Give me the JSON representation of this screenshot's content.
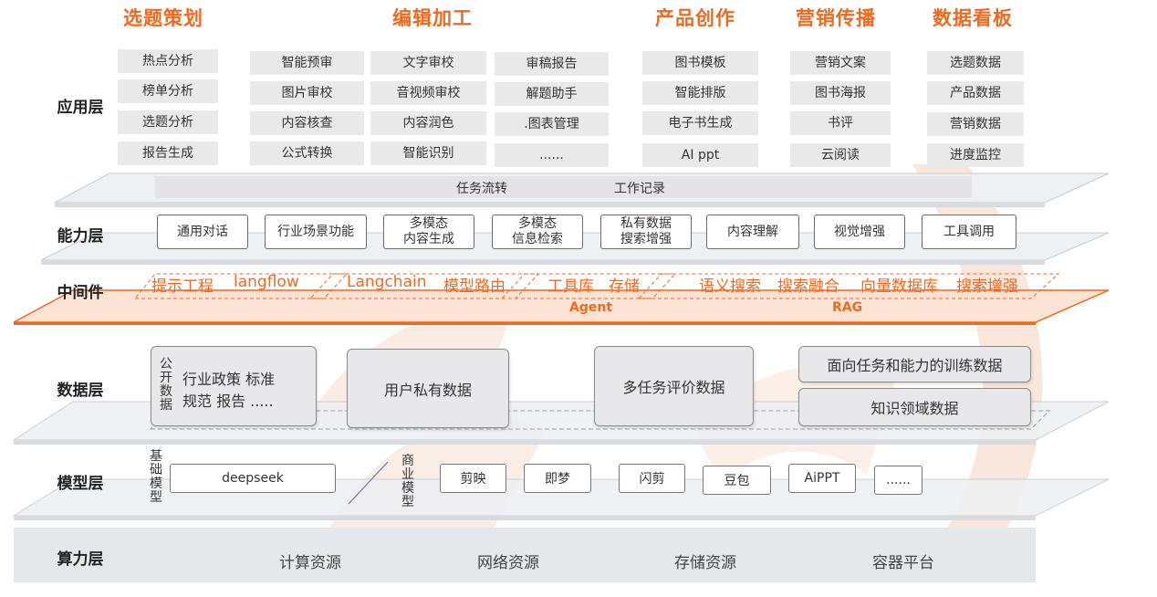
{
  "categories": [
    "选题策划",
    "编辑加工",
    "产品创作",
    "营销传播",
    "数据看板"
  ],
  "layers": {
    "app": "应用层",
    "capability": "能力层",
    "middleware": "中间件",
    "data": "数据层",
    "model": "模型层",
    "compute": "算力层"
  },
  "app": {
    "topic": [
      "热点分析",
      "榜单分析",
      "选题分析",
      "报告生成"
    ],
    "edit1": [
      "智能预审",
      "图片审校",
      "内容核查",
      "公式转换"
    ],
    "edit2": [
      "文字审校",
      "音视频审校",
      "内容润色",
      "智能识别"
    ],
    "edit3": [
      "审稿报告",
      "解题助手",
      ".图表管理",
      "......"
    ],
    "product": [
      "图书模板",
      "智能排版",
      "电子书生成",
      "AI ppt"
    ],
    "marketing": [
      "营销文案",
      "图书海报",
      "书评",
      "云阅读"
    ],
    "dashboard": [
      "选题数据",
      "产品数据",
      "营销数据",
      "进度监控"
    ],
    "bar": [
      "任务流转",
      "工作记录"
    ]
  },
  "capability": [
    "通用对话",
    "行业场景功能",
    "多模态\n内容生成",
    "多模态\n信息检索",
    "私有数据\n搜索增强",
    "内容理解",
    "视觉增强",
    "工具调用"
  ],
  "middleware": {
    "items": [
      "提示工程",
      "langflow",
      "Langchain",
      "模型路由",
      "工具库",
      "存储",
      "语义搜索",
      "搜索融合",
      "向量数据库",
      "搜索增强"
    ],
    "agent": "Agent",
    "rag": "RAG"
  },
  "data": {
    "public_vertical": "公开数据",
    "public_line1": "行业政策  标准",
    "public_line2": "规范  报告  .....",
    "private": "用户私有数据",
    "eval": "多任务评价数据",
    "training": "面向任务和能力的训练数据",
    "domain": "知识领域数据"
  },
  "model": {
    "base_vertical": "基础模型",
    "base": [
      "deepseek"
    ],
    "commercial_vertical": "商业模型",
    "commercial": [
      "剪映",
      "即梦",
      "闪剪",
      "豆包",
      "AiPPT",
      "......"
    ]
  },
  "compute": [
    "计算资源",
    "网络资源",
    "存储资源",
    "容器平台"
  ],
  "colors": {
    "accent": "#ee6a1f",
    "layer_bg": "#e6e7ea",
    "text": "#333333"
  }
}
